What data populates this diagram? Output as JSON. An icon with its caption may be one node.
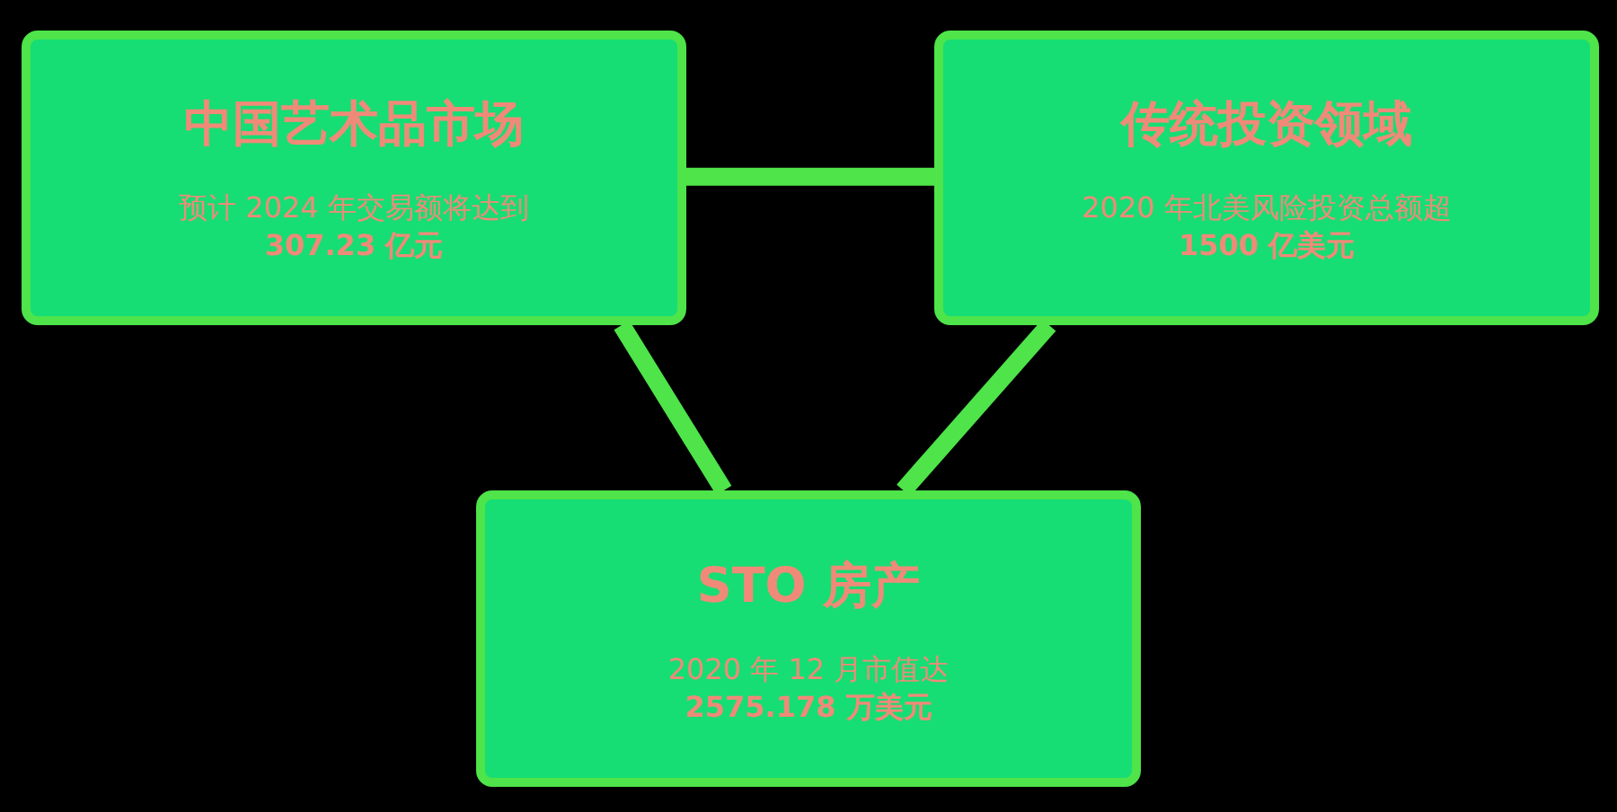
{
  "diagram": {
    "nodes": [
      {
        "text": [
          "中国艺术品市场",
          "预计 2024 年交易额将达到 **307.23 亿元**"
        ]
      },
      {
        "text": [
          "传统投资领域",
          "2020 年北美风险投资总额超 **1500 亿美元**"
        ]
      },
      {
        "text": [
          "STO 房产",
          "2020 年 12 月市值达 **2575.178 万美元**"
        ]
      }
    ],
    "edges": [
      {
        "from": 0,
        "to": 1,
        "arrow": "none"
      },
      {
        "from": 0,
        "to": 2,
        "arrow": "none"
      },
      {
        "from": 1,
        "to": 2,
        "arrow": "none"
      }
    ]
  }
}
